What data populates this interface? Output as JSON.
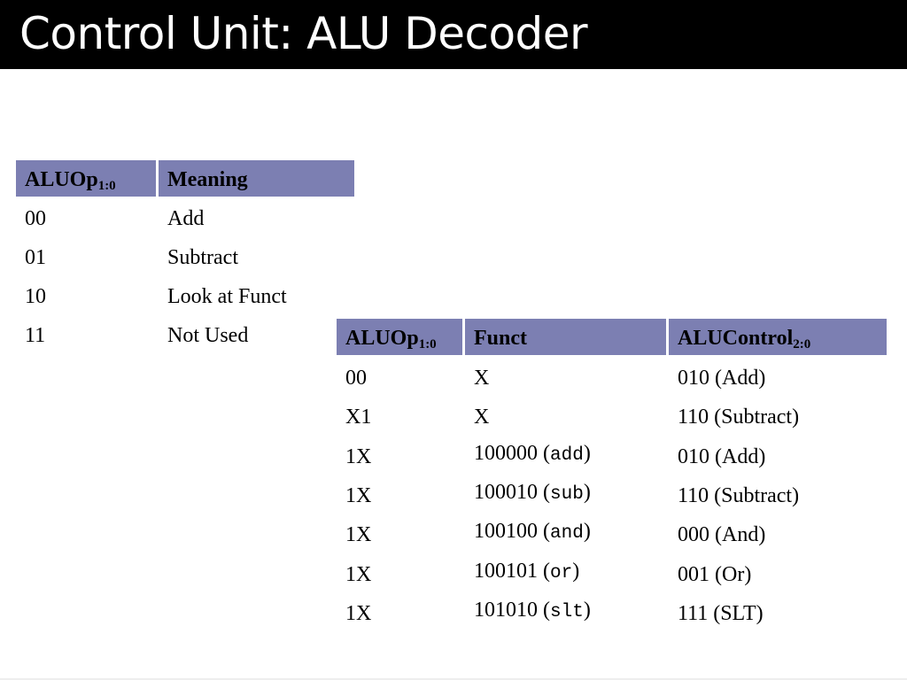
{
  "title": "Control Unit: ALU Decoder",
  "table1": {
    "headers": [
      {
        "main": "ALUOp",
        "sub": "1:0"
      },
      {
        "main": "Meaning",
        "sub": ""
      }
    ],
    "rows": [
      [
        "00",
        "Add"
      ],
      [
        "01",
        "Subtract"
      ],
      [
        "10",
        "Look at Funct"
      ],
      [
        "11",
        "Not Used"
      ]
    ]
  },
  "table2": {
    "headers": [
      {
        "main": "ALUOp",
        "sub": "1:0"
      },
      {
        "main": "Funct",
        "sub": ""
      },
      {
        "main": "ALUControl",
        "sub": "2:0"
      }
    ],
    "rows": [
      {
        "aluop": "00",
        "funct_bits": "X",
        "funct_open": "",
        "funct_mnemonic": "",
        "funct_close": "",
        "control": "010 (Add)"
      },
      {
        "aluop": "X1",
        "funct_bits": "X",
        "funct_open": "",
        "funct_mnemonic": "",
        "funct_close": "",
        "control": "110 (Subtract)"
      },
      {
        "aluop": "1X",
        "funct_bits": "100000",
        "funct_open": " (",
        "funct_mnemonic": "add",
        "funct_close": ")",
        "control": "010 (Add)"
      },
      {
        "aluop": "1X",
        "funct_bits": "100010",
        "funct_open": " (",
        "funct_mnemonic": "sub",
        "funct_close": ")",
        "control": "110 (Subtract)"
      },
      {
        "aluop": "1X",
        "funct_bits": "100100",
        "funct_open": " (",
        "funct_mnemonic": "and",
        "funct_close": ")",
        "control": "000 (And)"
      },
      {
        "aluop": "1X",
        "funct_bits": "100101",
        "funct_open": " (",
        "funct_mnemonic": "or",
        "funct_close": ")",
        "control": "001 (Or)"
      },
      {
        "aluop": "1X",
        "funct_bits": "101010",
        "funct_open": " (",
        "funct_mnemonic": "slt",
        "funct_close": ")",
        "control": "111 (SLT)"
      }
    ]
  }
}
